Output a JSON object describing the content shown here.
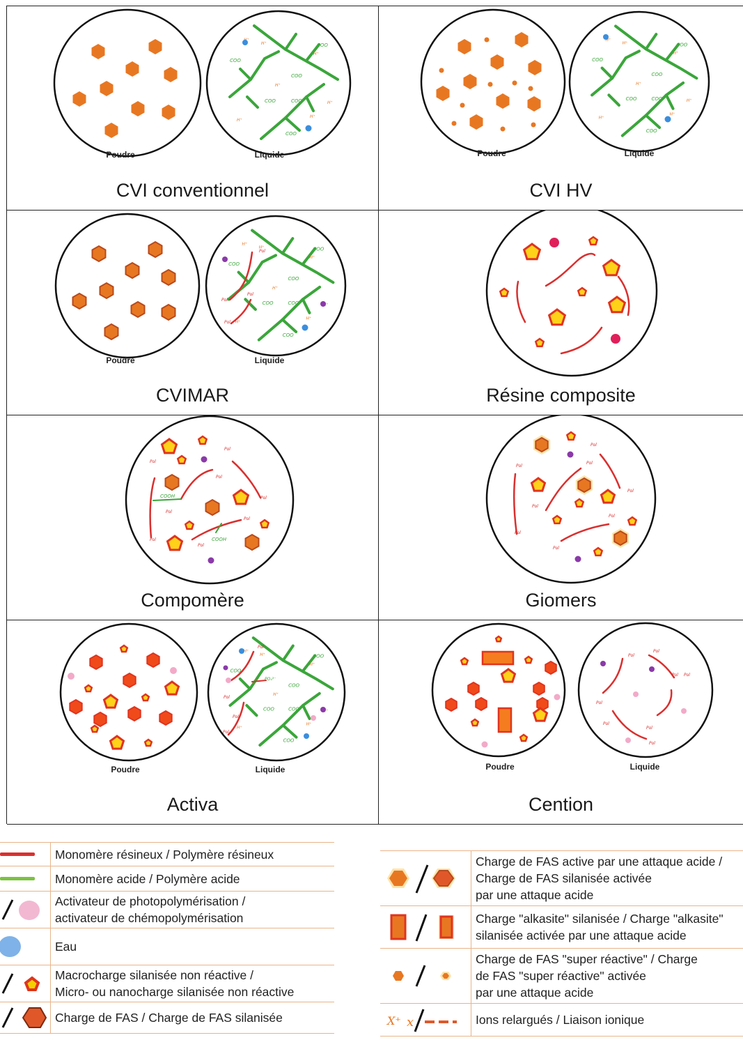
{
  "cells": [
    {
      "caption": "CVI conventionnel",
      "labels": [
        "Poudre",
        "Liquide"
      ]
    },
    {
      "caption": "CVI HV",
      "labels": [
        "Poudre",
        "Liquide"
      ]
    },
    {
      "caption": "CVIMAR",
      "labels": [
        "Poudre",
        "Liquide"
      ]
    },
    {
      "caption": "Résine composite",
      "labels": []
    },
    {
      "caption": "Compomère",
      "labels": []
    },
    {
      "caption": "Giomers",
      "labels": []
    },
    {
      "caption": "Activa",
      "labels": [
        "Poudre",
        "Liquide"
      ]
    },
    {
      "caption": "Cention",
      "labels": [
        "Poudre",
        "Liquide"
      ]
    }
  ],
  "diagram_text": {
    "coo": "COO",
    "pol": "Pol",
    "cooh": "COOH",
    "po4": "PO₄³⁻",
    "ion": "H⁺"
  },
  "legend_left": [
    {
      "text1": "Monomère résineux / Polymère résineux",
      "text2": "",
      "icon": "red-line"
    },
    {
      "text1": "Monomère acide / Polymère acide",
      "text2": "",
      "icon": "green-line"
    },
    {
      "text1": "Activateur de photopolymérisation /",
      "text2": "activateur de chémopolymérisation",
      "icon": "activator"
    },
    {
      "text1": "Eau",
      "text2": "",
      "icon": "water"
    },
    {
      "text1": "Macrocharge silanisée non réactive /",
      "text2": "Micro- ou nanocharge silanisée non réactive",
      "icon": "macro-micro"
    },
    {
      "text1": "Charge de FAS / Charge de FAS silanisée",
      "text2": "",
      "icon": "fas"
    }
  ],
  "legend_right": [
    {
      "text1": "Charge de FAS active par une attaque acide /",
      "text2": "Charge de FAS silanisée activée",
      "text3": "par une attaque acide",
      "icon": "fas-active"
    },
    {
      "text1": "Charge \"alkasite\" silanisée / Charge \"alkasite\"",
      "text2": "silanisée activée par une attaque acide",
      "text3": "",
      "icon": "alkasite"
    },
    {
      "text1": "Charge de FAS \"super réactive\" / Charge",
      "text2": "de FAS \"super réactive\" activée",
      "text3": "par une attaque acide",
      "icon": "super-reactive"
    },
    {
      "text1": "Ions relargués / Liaison ionique",
      "text2": "",
      "text3": "",
      "icon": "ions",
      "ion_glyph": "X⁺"
    }
  ],
  "colors": {
    "filler": "#e87722",
    "filler_dark": "#b84a1c",
    "fas_silanized": "#e0582a",
    "resin_red": "#d9302f",
    "acid_green": "#3aa63a",
    "yellow": "#ffd21a",
    "water_blue": "#3a8ede",
    "activator_purple": "#8a3aa8",
    "pink": "#f2aac8",
    "legend_line": "#e8b48a"
  }
}
